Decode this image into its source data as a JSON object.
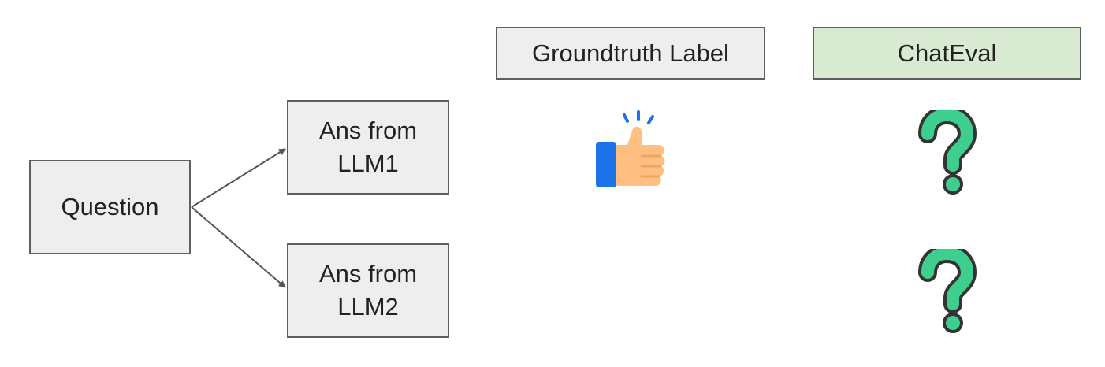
{
  "diagram": {
    "question": "Question",
    "answer_1": "Ans from\nLLM1",
    "answer_2": "Ans from\nLLM2",
    "groundtruth_header": "Groundtruth Label",
    "chateval_header": "ChatEval"
  },
  "icons": {
    "groundtruth_row1": "thumbs-up-icon",
    "chateval_row1": "question-mark-icon",
    "chateval_row2": "question-mark-icon"
  },
  "colors": {
    "chateval_header_fill": "#d9ead3",
    "box_fill": "#eeeeee",
    "question_mark": "#3ecf8e",
    "thumb_cuff": "#1a73e8",
    "thumb_skin": "#ffbf80"
  }
}
